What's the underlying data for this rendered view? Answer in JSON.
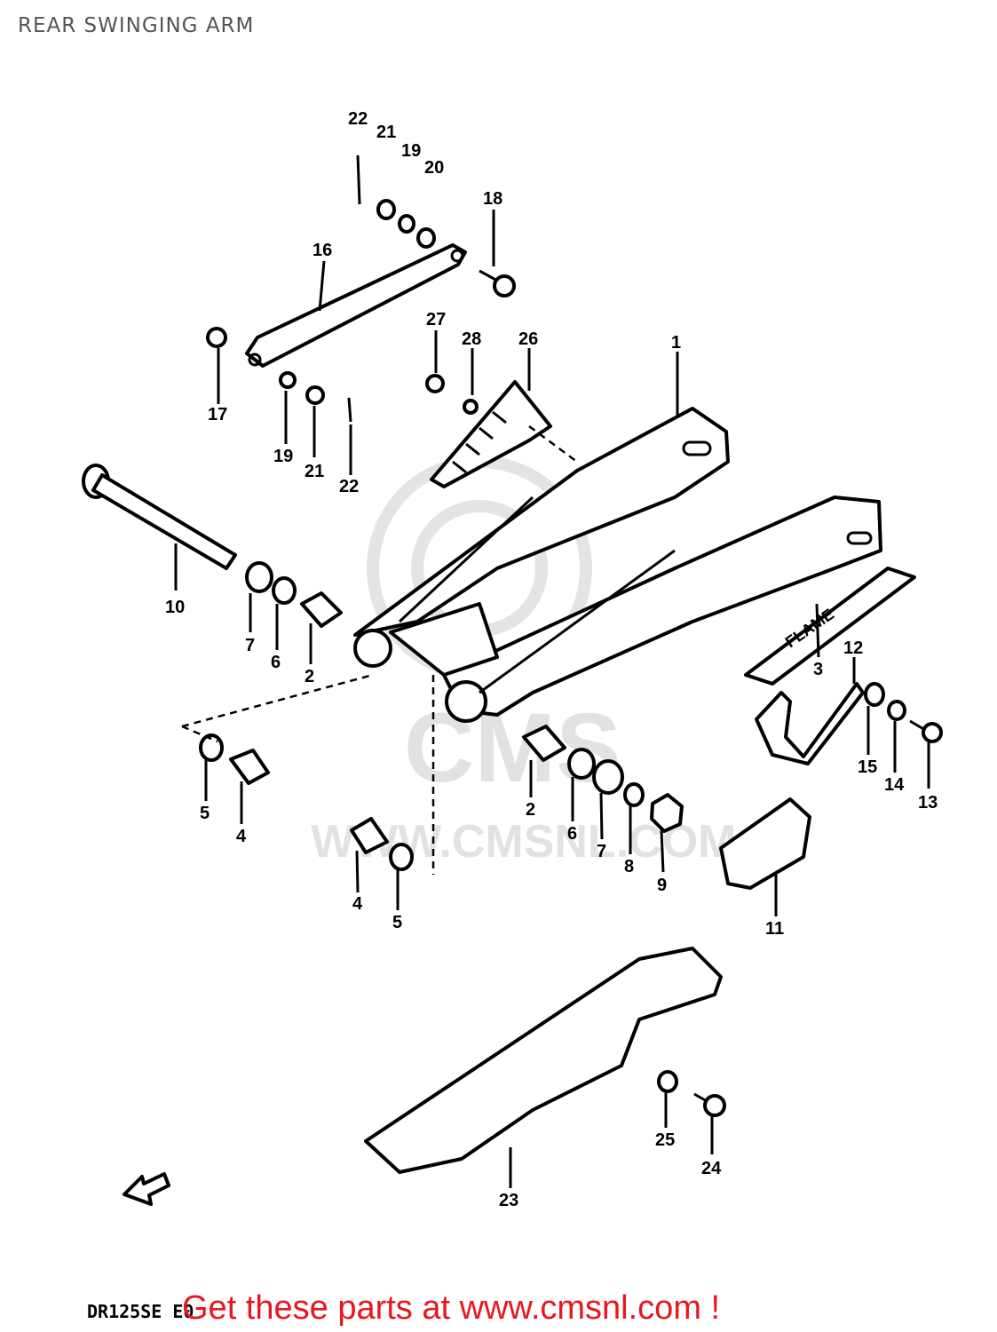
{
  "title": "REAR SWINGING ARM",
  "model_code": "DR125SE E0",
  "promo": "Get these parts at www.cmsnl.com !",
  "watermark": {
    "brand": "CMS",
    "url": "WWW.CMSNL.COM"
  },
  "decal_text": "FLAME",
  "part_labels": {
    "p22a": "22",
    "p21a": "21",
    "p19a": "19",
    "p20": "20",
    "p18": "18",
    "p16": "16",
    "p27": "27",
    "p28": "28",
    "p26": "26",
    "p1": "1",
    "p17": "17",
    "p19b": "19",
    "p21b": "21",
    "p22b": "22",
    "p10": "10",
    "p7a": "7",
    "p6a": "6",
    "p2a": "2",
    "p3": "3",
    "p12": "12",
    "p15": "15",
    "p14": "14",
    "p13": "13",
    "p5a": "5",
    "p4a": "4",
    "p2b": "2",
    "p6b": "6",
    "p7b": "7",
    "p8": "8",
    "p9": "9",
    "p4b": "4",
    "p5b": "5",
    "p11": "11",
    "p25": "25",
    "p24": "24",
    "p23": "23"
  },
  "colors": {
    "line": "#000000",
    "promo": "#e8161e",
    "watermark": "#e4e4e4",
    "title": "#555555"
  }
}
